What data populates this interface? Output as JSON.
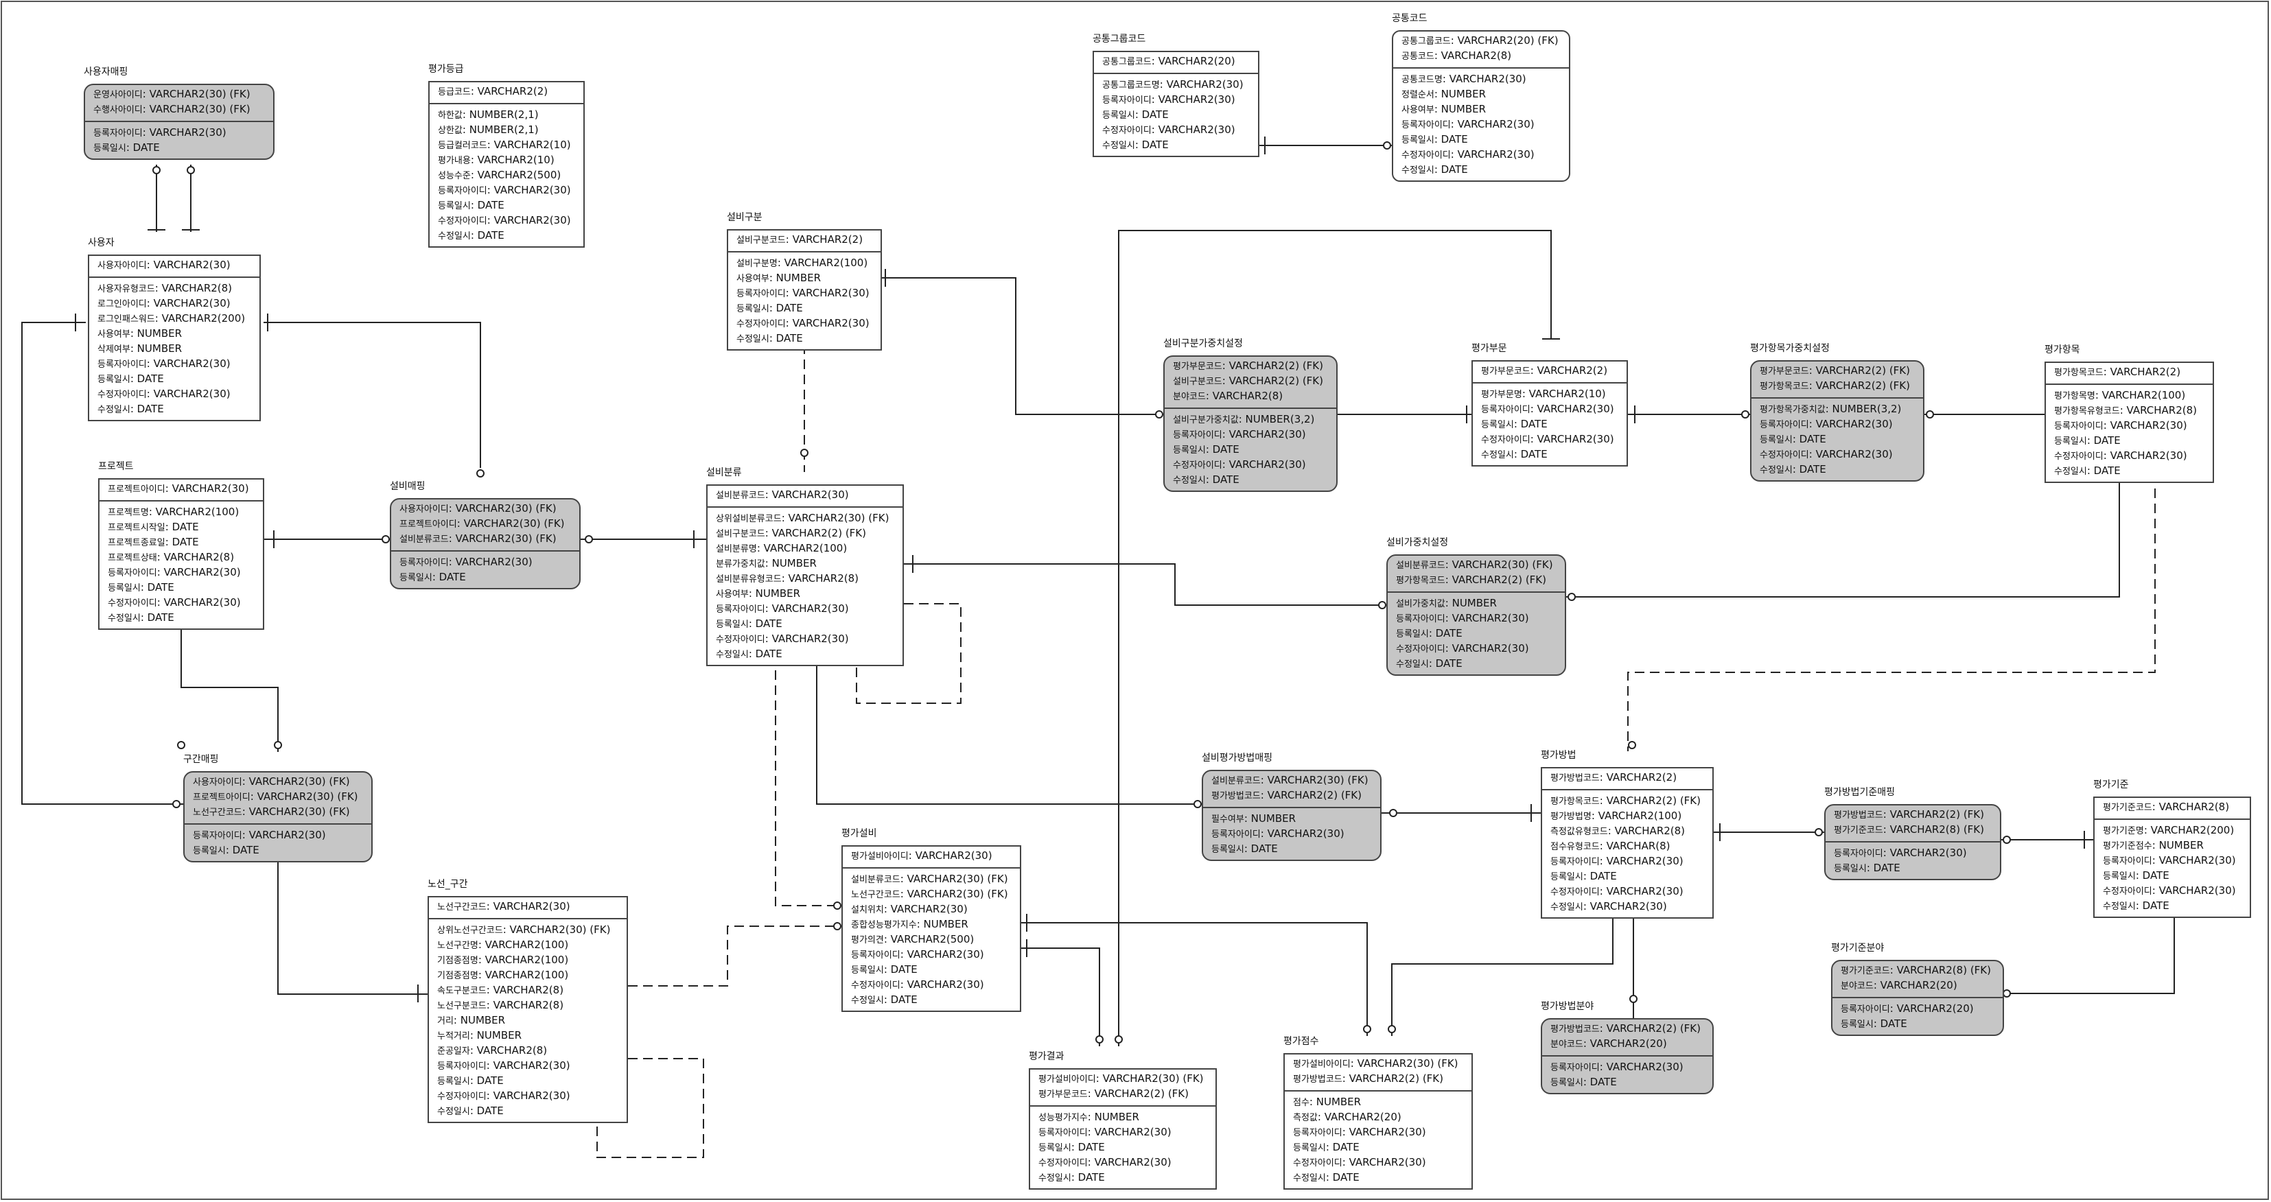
{
  "entities": [
    {
      "id": "user_map",
      "title": "사용자매핑",
      "weak": true,
      "keys": [
        [
          "운영사아이디",
          "VARCHAR2(30) (FK)"
        ],
        [
          "수행사아이디",
          "VARCHAR2(30) (FK)"
        ]
      ],
      "attrs": [
        [
          "등록자아이디",
          "VARCHAR2(30)"
        ],
        [
          "등록일시",
          "DATE"
        ]
      ]
    },
    {
      "id": "eval_grade",
      "title": "평가등급",
      "weak": false,
      "keys": [
        [
          "등급코드",
          "VARCHAR2(2)"
        ]
      ],
      "attrs": [
        [
          "하한값",
          "NUMBER(2,1)"
        ],
        [
          "상한값",
          "NUMBER(2,1)"
        ],
        [
          "등급컬러코드",
          "VARCHAR2(10)"
        ],
        [
          "평가내용",
          "VARCHAR2(10)"
        ],
        [
          "성능수준",
          "VARCHAR2(500)"
        ],
        [
          "등록자아이디",
          "VARCHAR2(30)"
        ],
        [
          "등록일시",
          "DATE"
        ],
        [
          "수정자아이디",
          "VARCHAR2(30)"
        ],
        [
          "수정일시",
          "DATE"
        ]
      ]
    },
    {
      "id": "user",
      "title": "사용자",
      "weak": false,
      "keys": [
        [
          "사용자아이디",
          "VARCHAR2(30)"
        ]
      ],
      "attrs": [
        [
          "사용자유형코드",
          "VARCHAR2(8)"
        ],
        [
          "로그인아이디",
          "VARCHAR2(30)"
        ],
        [
          "로그인패스워드",
          "VARCHAR2(200)"
        ],
        [
          "사용여부",
          "NUMBER"
        ],
        [
          "삭제여부",
          "NUMBER"
        ],
        [
          "등록자아이디",
          "VARCHAR2(30)"
        ],
        [
          "등록일시",
          "DATE"
        ],
        [
          "수정자아이디",
          "VARCHAR2(30)"
        ],
        [
          "수정일시",
          "DATE"
        ]
      ]
    },
    {
      "id": "project",
      "title": "프로젝트",
      "weak": false,
      "keys": [
        [
          "프로젝트아이디",
          "VARCHAR2(30)"
        ]
      ],
      "attrs": [
        [
          "프로젝트명",
          "VARCHAR2(100)"
        ],
        [
          "프로젝트시작일",
          "DATE"
        ],
        [
          "프로젝트종료일",
          "DATE"
        ],
        [
          "프로젝트상태",
          "VARCHAR2(8)"
        ],
        [
          "등록자아이디",
          "VARCHAR2(30)"
        ],
        [
          "등록일시",
          "DATE"
        ],
        [
          "수정자아이디",
          "VARCHAR2(30)"
        ],
        [
          "수정일시",
          "DATE"
        ]
      ]
    },
    {
      "id": "equip_map",
      "title": "설비매핑",
      "weak": true,
      "keys": [
        [
          "사용자아이디",
          "VARCHAR2(30) (FK)"
        ],
        [
          "프로젝트아이디",
          "VARCHAR2(30) (FK)"
        ],
        [
          "설비분류코드",
          "VARCHAR2(30) (FK)"
        ]
      ],
      "attrs": [
        [
          "등록자아이디",
          "VARCHAR2(30)"
        ],
        [
          "등록일시",
          "DATE"
        ]
      ]
    },
    {
      "id": "section_map",
      "title": "구간매핑",
      "weak": true,
      "keys": [
        [
          "사용자아이디",
          "VARCHAR2(30) (FK)"
        ],
        [
          "프로젝트아이디",
          "VARCHAR2(30) (FK)"
        ],
        [
          "노선구간코드",
          "VARCHAR2(30) (FK)"
        ]
      ],
      "attrs": [
        [
          "등록자아이디",
          "VARCHAR2(30)"
        ],
        [
          "등록일시",
          "DATE"
        ]
      ]
    },
    {
      "id": "route_section",
      "title": "노선_구간",
      "weak": false,
      "keys": [
        [
          "노선구간코드",
          "VARCHAR2(30)"
        ]
      ],
      "attrs": [
        [
          "상위노선구간코드",
          "VARCHAR2(30) (FK)"
        ],
        [
          "노선구간명",
          "VARCHAR2(100)"
        ],
        [
          "기점종점명",
          "VARCHAR2(100)"
        ],
        [
          "기점종점명",
          "VARCHAR2(100)"
        ],
        [
          "속도구분코드",
          "VARCHAR2(8)"
        ],
        [
          "노선구분코드",
          "VARCHAR2(8)"
        ],
        [
          "거리",
          "NUMBER"
        ],
        [
          "누적거리",
          "NUMBER"
        ],
        [
          "준공일자",
          "VARCHAR2(8)"
        ],
        [
          "등록자아이디",
          "VARCHAR2(30)"
        ],
        [
          "등록일시",
          "DATE"
        ],
        [
          "수정자아이디",
          "VARCHAR2(30)"
        ],
        [
          "수정일시",
          "DATE"
        ]
      ]
    },
    {
      "id": "common_group_code",
      "title": "공통그룹코드",
      "weak": false,
      "keys": [
        [
          "공통그룹코드",
          "VARCHAR2(20)"
        ]
      ],
      "attrs": [
        [
          "공통그룹코드명",
          "VARCHAR2(30)"
        ],
        [
          "등록자아이디",
          "VARCHAR2(30)"
        ],
        [
          "등록일시",
          "DATE"
        ],
        [
          "수정자아이디",
          "VARCHAR2(30)"
        ],
        [
          "수정일시",
          "DATE"
        ]
      ]
    },
    {
      "id": "common_code",
      "title": "공통코드",
      "weak": false,
      "rounded": true,
      "keys": [
        [
          "공통그룹코드",
          "VARCHAR2(20) (FK)"
        ],
        [
          "공통코드",
          "VARCHAR2(8)"
        ]
      ],
      "attrs": [
        [
          "공통코드명",
          "VARCHAR2(30)"
        ],
        [
          "정렬순서",
          "NUMBER"
        ],
        [
          "사용여부",
          "NUMBER"
        ],
        [
          "등록자아이디",
          "VARCHAR2(30)"
        ],
        [
          "등록일시",
          "DATE"
        ],
        [
          "수정자아이디",
          "VARCHAR2(30)"
        ],
        [
          "수정일시",
          "DATE"
        ]
      ]
    },
    {
      "id": "equip_class",
      "title": "설비구분",
      "weak": false,
      "keys": [
        [
          "설비구분코드",
          "VARCHAR2(2)"
        ]
      ],
      "attrs": [
        [
          "설비구분명",
          "VARCHAR2(100)"
        ],
        [
          "사용여부",
          "NUMBER"
        ],
        [
          "등록자아이디",
          "VARCHAR2(30)"
        ],
        [
          "등록일시",
          "DATE"
        ],
        [
          "수정자아이디",
          "VARCHAR2(30)"
        ],
        [
          "수정일시",
          "DATE"
        ]
      ]
    },
    {
      "id": "equip_category",
      "title": "설비분류",
      "weak": false,
      "keys": [
        [
          "설비분류코드",
          "VARCHAR2(30)"
        ]
      ],
      "attrs": [
        [
          "상위설비분류코드",
          "VARCHAR2(30) (FK)"
        ],
        [
          "설비구분코드",
          "VARCHAR2(2) (FK)"
        ],
        [
          "설비분류명",
          "VARCHAR2(100)"
        ],
        [
          "분류가중치값",
          "NUMBER"
        ],
        [
          "설비분류유형코드",
          "VARCHAR2(8)"
        ],
        [
          "사용여부",
          "NUMBER"
        ],
        [
          "등록자아이디",
          "VARCHAR2(30)"
        ],
        [
          "등록일시",
          "DATE"
        ],
        [
          "수정자아이디",
          "VARCHAR2(30)"
        ],
        [
          "수정일시",
          "DATE"
        ]
      ]
    },
    {
      "id": "class_weight",
      "title": "설비구분가중치설정",
      "weak": true,
      "keys": [
        [
          "평가부문코드",
          "VARCHAR2(2) (FK)"
        ],
        [
          "설비구분코드",
          "VARCHAR2(2) (FK)"
        ],
        [
          "분야코드",
          "VARCHAR2(8)"
        ]
      ],
      "attrs": [
        [
          "설비구분가중치값",
          "NUMBER(3,2)"
        ],
        [
          "등록자아이디",
          "VARCHAR2(30)"
        ],
        [
          "등록일시",
          "DATE"
        ],
        [
          "수정자아이디",
          "VARCHAR2(30)"
        ],
        [
          "수정일시",
          "DATE"
        ]
      ]
    },
    {
      "id": "eval_sector",
      "title": "평가부문",
      "weak": false,
      "keys": [
        [
          "평가부문코드",
          "VARCHAR2(2)"
        ]
      ],
      "attrs": [
        [
          "평가부문명",
          "VARCHAR2(10)"
        ],
        [
          "등록자아이디",
          "VARCHAR2(30)"
        ],
        [
          "등록일시",
          "DATE"
        ],
        [
          "수정자아이디",
          "VARCHAR2(30)"
        ],
        [
          "수정일시",
          "DATE"
        ]
      ]
    },
    {
      "id": "item_weight",
      "title": "평가항목가중치설정",
      "weak": true,
      "keys": [
        [
          "평가부문코드",
          "VARCHAR2(2) (FK)"
        ],
        [
          "평가항목코드",
          "VARCHAR2(2) (FK)"
        ]
      ],
      "attrs": [
        [
          "평가항목가중치값",
          "NUMBER(3,2)"
        ],
        [
          "등록자아이디",
          "VARCHAR2(30)"
        ],
        [
          "등록일시",
          "DATE"
        ],
        [
          "수정자아이디",
          "VARCHAR2(30)"
        ],
        [
          "수정일시",
          "DATE"
        ]
      ]
    },
    {
      "id": "eval_item",
      "title": "평가항목",
      "weak": false,
      "keys": [
        [
          "평가항목코드",
          "VARCHAR2(2)"
        ]
      ],
      "attrs": [
        [
          "평가항목명",
          "VARCHAR2(100)"
        ],
        [
          "평가항목유형코드",
          "VARCHAR2(8)"
        ],
        [
          "등록자아이디",
          "VARCHAR2(30)"
        ],
        [
          "등록일시",
          "DATE"
        ],
        [
          "수정자아이디",
          "VARCHAR2(30)"
        ],
        [
          "수정일시",
          "DATE"
        ]
      ]
    },
    {
      "id": "equip_weight",
      "title": "설비가중치설정",
      "weak": true,
      "keys": [
        [
          "설비분류코드",
          "VARCHAR2(30) (FK)"
        ],
        [
          "평가항목코드",
          "VARCHAR2(2) (FK)"
        ]
      ],
      "attrs": [
        [
          "설비가중치값",
          "NUMBER"
        ],
        [
          "등록자아이디",
          "VARCHAR2(30)"
        ],
        [
          "등록일시",
          "DATE"
        ],
        [
          "수정자아이디",
          "VARCHAR2(30)"
        ],
        [
          "수정일시",
          "DATE"
        ]
      ]
    },
    {
      "id": "equip_method_map",
      "title": "설비평가방법매핑",
      "weak": true,
      "keys": [
        [
          "설비분류코드",
          "VARCHAR2(30) (FK)"
        ],
        [
          "평가방법코드",
          "VARCHAR2(2) (FK)"
        ]
      ],
      "attrs": [
        [
          "필수여부",
          "NUMBER"
        ],
        [
          "등록자아이디",
          "VARCHAR2(30)"
        ],
        [
          "등록일시",
          "DATE"
        ]
      ]
    },
    {
      "id": "eval_method",
      "title": "평가방법",
      "weak": false,
      "keys": [
        [
          "평가방법코드",
          "VARCHAR2(2)"
        ]
      ],
      "attrs": [
        [
          "평가항목코드",
          "VARCHAR2(2) (FK)"
        ],
        [
          "평가방법명",
          "VARCHAR2(100)"
        ],
        [
          "측정값유형코드",
          "VARCHAR2(8)"
        ],
        [
          "점수유형코드",
          "VARCHAR(8)"
        ],
        [
          "등록자아이디",
          "VARCHAR2(30)"
        ],
        [
          "등록일시",
          "DATE"
        ],
        [
          "수정자아이디",
          "VARCHAR2(30)"
        ],
        [
          "수정일시",
          "VARCHAR2(30)"
        ]
      ]
    },
    {
      "id": "method_std_map",
      "title": "평가방법기준매핑",
      "weak": true,
      "keys": [
        [
          "평가방법코드",
          "VARCHAR2(2) (FK)"
        ],
        [
          "평가기준코드",
          "VARCHAR2(8) (FK)"
        ]
      ],
      "attrs": [
        [
          "등록자아이디",
          "VARCHAR2(30)"
        ],
        [
          "등록일시",
          "DATE"
        ]
      ]
    },
    {
      "id": "eval_standard",
      "title": "평가기준",
      "weak": false,
      "keys": [
        [
          "평가기준코드",
          "VARCHAR2(8)"
        ]
      ],
      "attrs": [
        [
          "평가기준명",
          "VARCHAR2(200)"
        ],
        [
          "평가기준점수",
          "NUMBER"
        ],
        [
          "등록자아이디",
          "VARCHAR2(30)"
        ],
        [
          "등록일시",
          "DATE"
        ],
        [
          "수정자아이디",
          "VARCHAR2(30)"
        ],
        [
          "수정일시",
          "DATE"
        ]
      ]
    },
    {
      "id": "std_field",
      "title": "평가기준분야",
      "weak": true,
      "keys": [
        [
          "평가기준코드",
          "VARCHAR2(8) (FK)"
        ],
        [
          "분야코드",
          "VARCHAR2(20)"
        ]
      ],
      "attrs": [
        [
          "등록자아이디",
          "VARCHAR2(20)"
        ],
        [
          "등록일시",
          "DATE"
        ]
      ]
    },
    {
      "id": "method_field",
      "title": "평가방법분야",
      "weak": true,
      "keys": [
        [
          "평가방법코드",
          "VARCHAR2(2) (FK)"
        ],
        [
          "분야코드",
          "VARCHAR2(20)"
        ]
      ],
      "attrs": [
        [
          "등록자아이디",
          "VARCHAR2(30)"
        ],
        [
          "등록일시",
          "DATE"
        ]
      ]
    },
    {
      "id": "eval_equip",
      "title": "평가설비",
      "weak": false,
      "keys": [
        [
          "평가설비아이디",
          "VARCHAR2(30)"
        ]
      ],
      "attrs": [
        [
          "설비분류코드",
          "VARCHAR2(30) (FK)"
        ],
        [
          "노선구간코드",
          "VARCHAR2(30) (FK)"
        ],
        [
          "설치위치",
          "VARCHAR2(30)"
        ],
        [
          "종합성능평가지수",
          "NUMBER"
        ],
        [
          "평가의견",
          "VARCHAR2(500)"
        ],
        [
          "등록자아이디",
          "VARCHAR2(30)"
        ],
        [
          "등록일시",
          "DATE"
        ],
        [
          "수정자아이디",
          "VARCHAR2(30)"
        ],
        [
          "수정일시",
          "DATE"
        ]
      ]
    },
    {
      "id": "eval_result",
      "title": "평가결과",
      "weak": false,
      "keys": [
        [
          "평가설비아이디",
          "VARCHAR2(30) (FK)"
        ],
        [
          "평가부문코드",
          "VARCHAR2(2) (FK)"
        ]
      ],
      "attrs": [
        [
          "성능평가지수",
          "NUMBER"
        ],
        [
          "등록자아이디",
          "VARCHAR2(30)"
        ],
        [
          "등록일시",
          "DATE"
        ],
        [
          "수정자아이디",
          "VARCHAR2(30)"
        ],
        [
          "수정일시",
          "DATE"
        ]
      ]
    },
    {
      "id": "eval_score",
      "title": "평가점수",
      "weak": false,
      "keys": [
        [
          "평가설비아이디",
          "VARCHAR2(30) (FK)"
        ],
        [
          "평가방법코드",
          "VARCHAR2(2) (FK)"
        ]
      ],
      "attrs": [
        [
          "점수",
          "NUMBER"
        ],
        [
          "측정값",
          "VARCHAR2(20)"
        ],
        [
          "등록자아이디",
          "VARCHAR2(30)"
        ],
        [
          "등록일시",
          "DATE"
        ],
        [
          "수정자아이디",
          "VARCHAR2(30)"
        ],
        [
          "수정일시",
          "DATE"
        ]
      ]
    }
  ]
}
